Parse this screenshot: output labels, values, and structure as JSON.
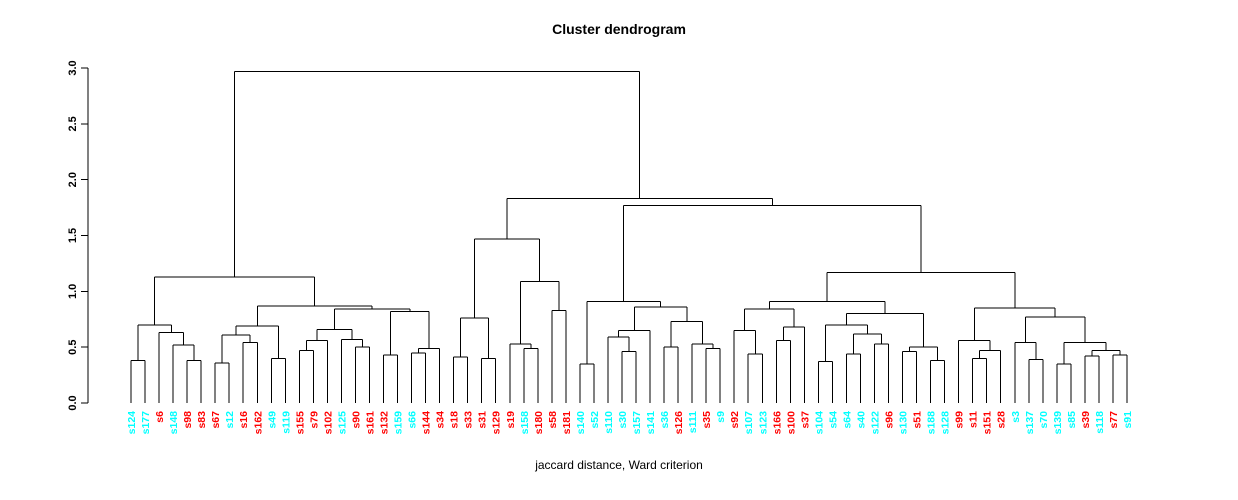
{
  "chart_data": {
    "type": "dendrogram",
    "title": "Cluster dendrogram",
    "xlabel": "jaccard distance, Ward criterion",
    "ylabel": "",
    "ylim": [
      0.0,
      3.0
    ],
    "y_ticks": [
      "0.0",
      "0.5",
      "1.0",
      "1.5",
      "2.0",
      "2.5",
      "3.0"
    ],
    "y_tick_values": [
      0.0,
      0.5,
      1.0,
      1.5,
      2.0,
      2.5,
      3.0
    ],
    "grid": "off",
    "legend": "none",
    "colors": {
      "cluster_a": "#FF0000",
      "cluster_b": "#00FFFF",
      "line": "#000000",
      "background": "#FFFFFF"
    },
    "leaves": [
      {
        "label": "s124",
        "color": "cyan"
      },
      {
        "label": "s177",
        "color": "cyan"
      },
      {
        "label": "s6",
        "color": "red"
      },
      {
        "label": "s148",
        "color": "cyan"
      },
      {
        "label": "s98",
        "color": "red"
      },
      {
        "label": "s83",
        "color": "red"
      },
      {
        "label": "s67",
        "color": "red"
      },
      {
        "label": "s12",
        "color": "cyan"
      },
      {
        "label": "s16",
        "color": "red"
      },
      {
        "label": "s162",
        "color": "red"
      },
      {
        "label": "s49",
        "color": "cyan"
      },
      {
        "label": "s119",
        "color": "cyan"
      },
      {
        "label": "s155",
        "color": "red"
      },
      {
        "label": "s79",
        "color": "red"
      },
      {
        "label": "s102",
        "color": "red"
      },
      {
        "label": "s125",
        "color": "cyan"
      },
      {
        "label": "s90",
        "color": "red"
      },
      {
        "label": "s161",
        "color": "red"
      },
      {
        "label": "s132",
        "color": "red"
      },
      {
        "label": "s159",
        "color": "cyan"
      },
      {
        "label": "s66",
        "color": "cyan"
      },
      {
        "label": "s144",
        "color": "red"
      },
      {
        "label": "s34",
        "color": "red"
      },
      {
        "label": "s18",
        "color": "red"
      },
      {
        "label": "s33",
        "color": "red"
      },
      {
        "label": "s31",
        "color": "red"
      },
      {
        "label": "s129",
        "color": "red"
      },
      {
        "label": "s19",
        "color": "red"
      },
      {
        "label": "s158",
        "color": "cyan"
      },
      {
        "label": "s180",
        "color": "red"
      },
      {
        "label": "s58",
        "color": "red"
      },
      {
        "label": "s181",
        "color": "red"
      },
      {
        "label": "s140",
        "color": "cyan"
      },
      {
        "label": "s52",
        "color": "cyan"
      },
      {
        "label": "s110",
        "color": "cyan"
      },
      {
        "label": "s30",
        "color": "cyan"
      },
      {
        "label": "s157",
        "color": "cyan"
      },
      {
        "label": "s141",
        "color": "cyan"
      },
      {
        "label": "s36",
        "color": "cyan"
      },
      {
        "label": "s126",
        "color": "red"
      },
      {
        "label": "s111",
        "color": "cyan"
      },
      {
        "label": "s35",
        "color": "red"
      },
      {
        "label": "s9",
        "color": "cyan"
      },
      {
        "label": "s92",
        "color": "red"
      },
      {
        "label": "s107",
        "color": "cyan"
      },
      {
        "label": "s123",
        "color": "cyan"
      },
      {
        "label": "s166",
        "color": "red"
      },
      {
        "label": "s100",
        "color": "red"
      },
      {
        "label": "s37",
        "color": "red"
      },
      {
        "label": "s104",
        "color": "cyan"
      },
      {
        "label": "s54",
        "color": "cyan"
      },
      {
        "label": "s64",
        "color": "cyan"
      },
      {
        "label": "s40",
        "color": "cyan"
      },
      {
        "label": "s122",
        "color": "cyan"
      },
      {
        "label": "s96",
        "color": "red"
      },
      {
        "label": "s130",
        "color": "cyan"
      },
      {
        "label": "s51",
        "color": "red"
      },
      {
        "label": "s188",
        "color": "cyan"
      },
      {
        "label": "s128",
        "color": "cyan"
      },
      {
        "label": "s99",
        "color": "red"
      },
      {
        "label": "s11",
        "color": "red"
      },
      {
        "label": "s151",
        "color": "red"
      },
      {
        "label": "s28",
        "color": "red"
      },
      {
        "label": "s3",
        "color": "cyan"
      },
      {
        "label": "s137",
        "color": "cyan"
      },
      {
        "label": "s70",
        "color": "cyan"
      },
      {
        "label": "s139",
        "color": "cyan"
      },
      {
        "label": "s85",
        "color": "cyan"
      },
      {
        "label": "s39",
        "color": "red"
      },
      {
        "label": "s118",
        "color": "cyan"
      },
      {
        "label": "s77",
        "color": "red"
      },
      {
        "label": "s91",
        "color": "cyan"
      }
    ],
    "merge_tree": [
      2.97,
      [
        1.13,
        [
          0.7,
          [
            0.38,
            0,
            1
          ],
          [
            0.63,
            2,
            [
              0.52,
              3,
              [
                0.38,
                4,
                5
              ]
            ]
          ]
        ],
        [
          0.87,
          [
            0.69,
            [
              0.61,
              [
                0.36,
                6,
                7
              ],
              [
                0.54,
                8,
                9
              ]
            ],
            [
              0.4,
              10,
              11
            ]
          ],
          [
            0.84,
            [
              0.66,
              [
                0.56,
                [
                  0.47,
                  12,
                  13
                ],
                14
              ],
              [
                0.57,
                15,
                [
                  0.5,
                  16,
                  17
                ]
              ]
            ],
            [
              0.82,
              [
                0.43,
                18,
                19
              ],
              [
                0.49,
                [
                  0.45,
                  20,
                  21
                ],
                22
              ]
            ]
          ]
        ]
      ],
      [
        1.83,
        [
          1.47,
          [
            0.76,
            [
              0.41,
              23,
              24
            ],
            [
              0.4,
              25,
              26
            ]
          ],
          [
            1.09,
            [
              0.53,
              27,
              [
                0.49,
                28,
                29
              ]
            ],
            [
              0.83,
              30,
              31
            ]
          ]
        ],
        [
          1.77,
          [
            0.91,
            [
              0.35,
              32,
              33
            ],
            [
              0.86,
              [
                0.65,
                [
                  0.59,
                  34,
                  [
                    0.46,
                    35,
                    36
                  ]
                ],
                37
              ],
              [
                0.73,
                [
                  0.5,
                  38,
                  39
                ],
                [
                  0.53,
                  40,
                  [
                    0.49,
                    41,
                    42
                  ]
                ]
              ]
            ]
          ],
          [
            1.17,
            [
              0.91,
              [
                0.84,
                [
                  0.65,
                  43,
                  [
                    0.44,
                    44,
                    45
                  ]
                ],
                [
                  0.68,
                  [
                    0.56,
                    46,
                    47
                  ],
                  48
                ]
              ],
              [
                0.8,
                [
                  0.7,
                  [
                    0.37,
                    49,
                    50
                  ],
                  [
                    0.62,
                    [
                      0.44,
                      51,
                      52
                    ],
                    [
                      0.53,
                      53,
                      54
                    ]
                  ]
                ],
                [
                  0.5,
                  [
                    0.46,
                    55,
                    56
                  ],
                  [
                    0.38,
                    57,
                    58
                  ]
                ]
              ]
            ],
            [
              0.85,
              [
                0.56,
                59,
                [
                  0.47,
                  [
                    0.4,
                    60,
                    61
                  ],
                  62
                ]
              ],
              [
                0.77,
                [
                  0.54,
                  63,
                  [
                    0.39,
                    64,
                    65
                  ]
                ],
                [
                  0.54,
                  [
                    0.35,
                    66,
                    67
                  ],
                  [
                    0.47,
                    [
                      0.42,
                      68,
                      69
                    ],
                    [
                      0.43,
                      70,
                      71
                    ]
                  ]
                ]
              ]
            ]
          ]
        ]
      ]
    ],
    "layout": {
      "baseline_y": 403,
      "top_value_y": 68,
      "first_leaf_x": 131,
      "last_leaf_x": 1127,
      "axis_x": 88,
      "tick_len": 7
    }
  }
}
